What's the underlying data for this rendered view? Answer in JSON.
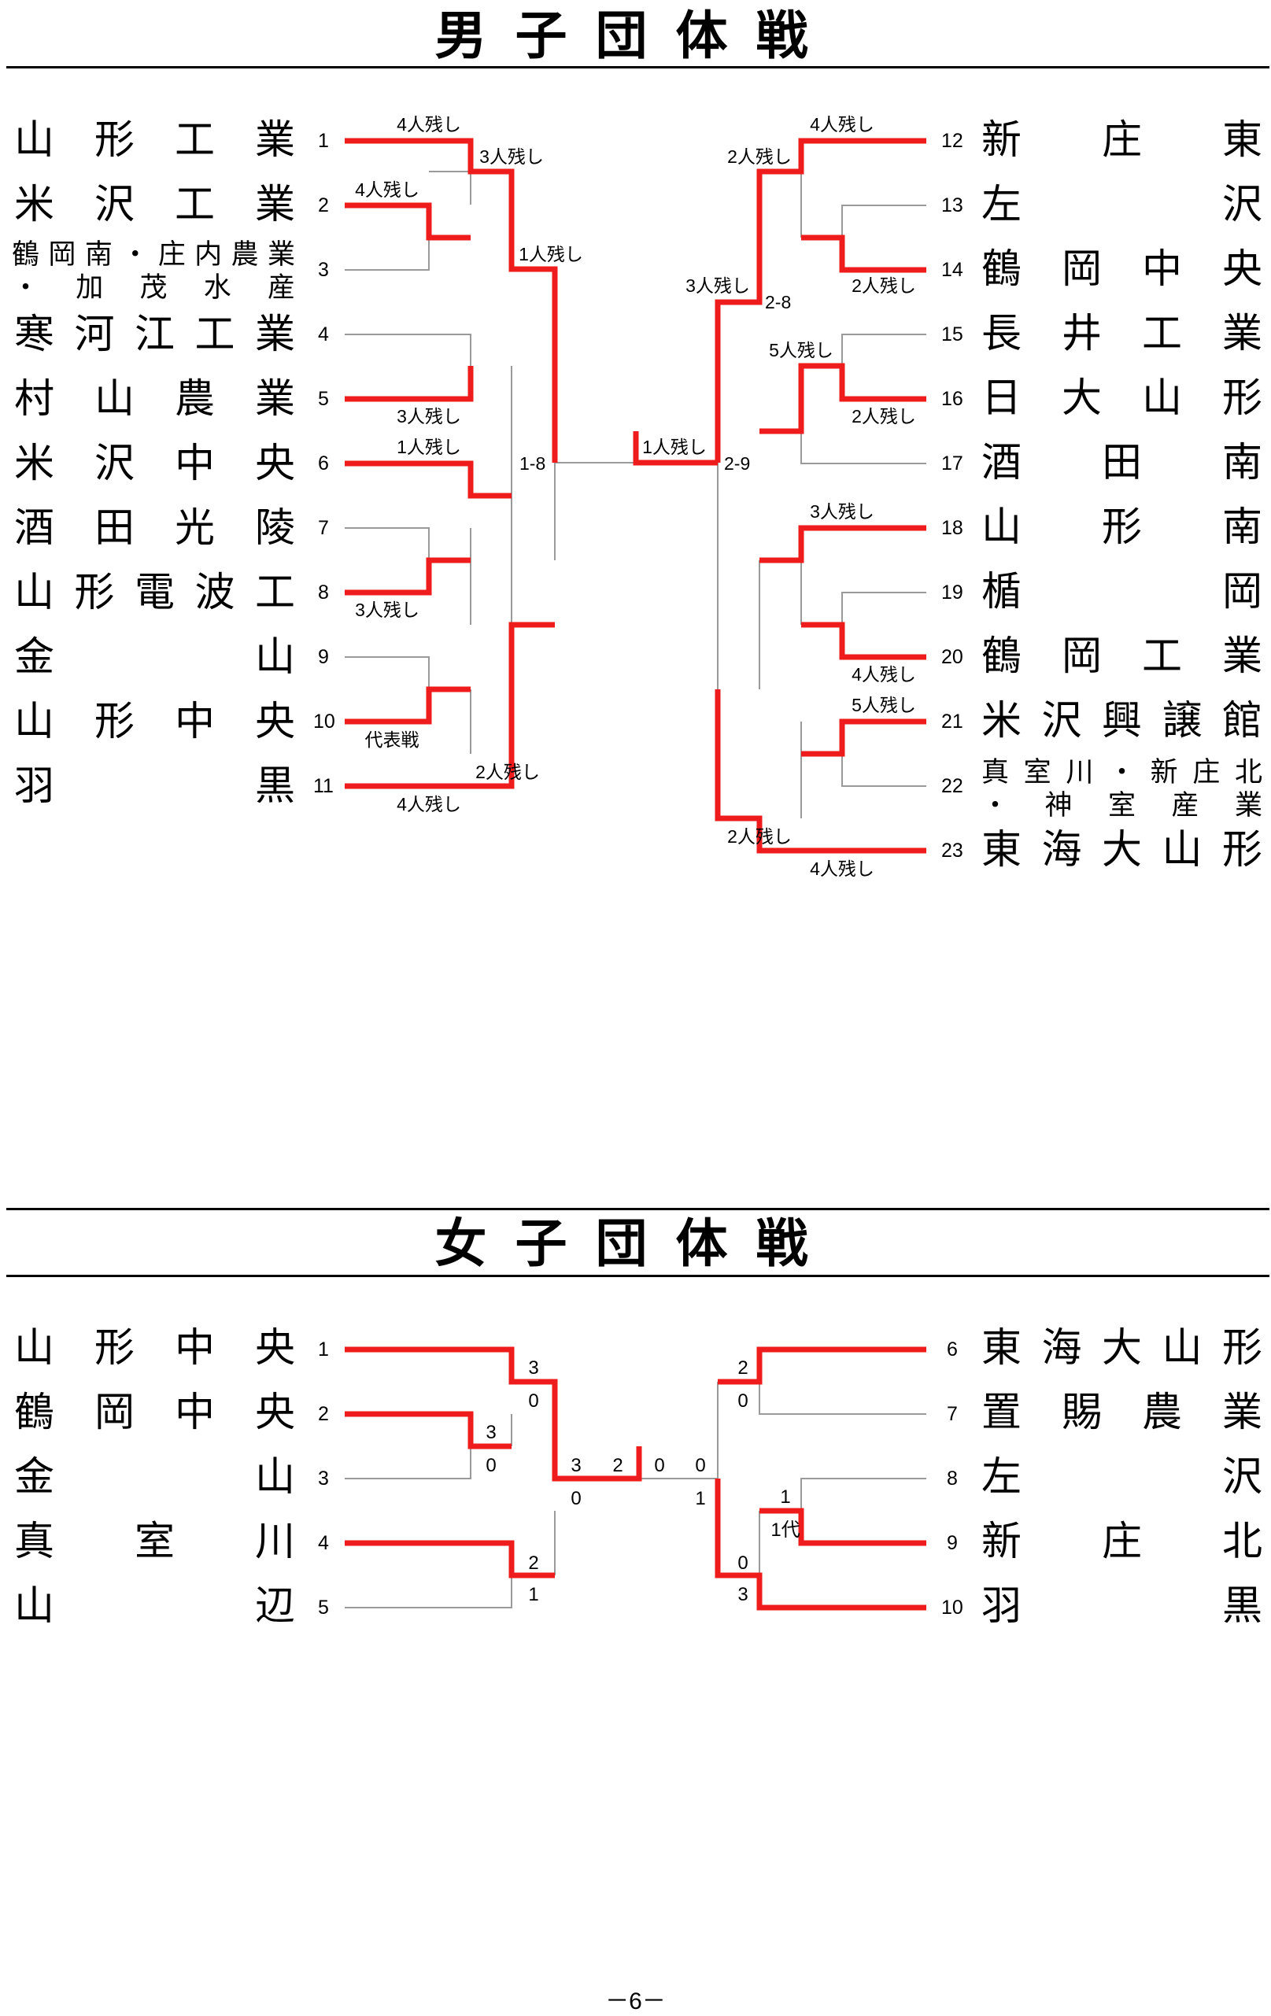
{
  "male": {
    "title": "男子団体戦",
    "left": [
      {
        "num": "1",
        "name": "山形工業"
      },
      {
        "num": "2",
        "name": "米沢工業"
      },
      {
        "num": "3",
        "name_l1": "鶴岡南・庄内農業",
        "name_l2": "・加茂水産"
      },
      {
        "num": "4",
        "name": "寒河江工業"
      },
      {
        "num": "5",
        "name": "村山農業"
      },
      {
        "num": "6",
        "name": "米沢中央"
      },
      {
        "num": "7",
        "name": "酒田光陵"
      },
      {
        "num": "8",
        "name": "山形電波工"
      },
      {
        "num": "9",
        "name": "金山"
      },
      {
        "num": "10",
        "name": "山形中央"
      },
      {
        "num": "11",
        "name": "羽黒"
      }
    ],
    "right": [
      {
        "num": "12",
        "name": "新庄東"
      },
      {
        "num": "13",
        "name": "左沢"
      },
      {
        "num": "14",
        "name": "鶴岡中央"
      },
      {
        "num": "15",
        "name": "長井工業"
      },
      {
        "num": "16",
        "name": "日大山形"
      },
      {
        "num": "17",
        "name": "酒田南"
      },
      {
        "num": "18",
        "name": "山形南"
      },
      {
        "num": "19",
        "name": "楯岡"
      },
      {
        "num": "20",
        "name": "鶴岡工業"
      },
      {
        "num": "21",
        "name": "米沢興譲館"
      },
      {
        "num": "22",
        "name_l1": "真室川・新庄北",
        "name_l2": "・神室産業"
      },
      {
        "num": "23",
        "name": "東海大山形"
      }
    ],
    "results": {
      "r1_1": "4人残し",
      "r1_2": "4人残し",
      "r1_5": "3人残し",
      "r1_6": "1人残し",
      "r1_8": "3人残し",
      "r1_10": "代表戦",
      "r1_11": "4人残し",
      "r2_1": "3人残し",
      "r2_11": "2人残し",
      "r3_1": "1人残し",
      "semi_l": "1-8",
      "final": "1人残し",
      "semi_r": "2-9",
      "r1_12": "4人残し",
      "r1_14": "2人残し",
      "r1_16": "2人残し",
      "r1_16b": "5人残し",
      "r1_18": "3人残し",
      "r1_20": "4人残し",
      "r1_21": "5人残し",
      "r1_23": "4人残し",
      "r2_12": "2人残し",
      "r3_12": "3人残し",
      "r3_12s": "2-8",
      "r2_23": "2人残し"
    }
  },
  "female": {
    "title": "女子団体戦",
    "left": [
      {
        "num": "1",
        "name": "山形中央"
      },
      {
        "num": "2",
        "name": "鶴岡中央"
      },
      {
        "num": "3",
        "name": "金山"
      },
      {
        "num": "4",
        "name": "真室川"
      },
      {
        "num": "5",
        "name": "山辺"
      }
    ],
    "right": [
      {
        "num": "6",
        "name": "東海大山形"
      },
      {
        "num": "7",
        "name": "置賜農業"
      },
      {
        "num": "8",
        "name": "左沢"
      },
      {
        "num": "9",
        "name": "新庄北"
      },
      {
        "num": "10",
        "name": "羽黒"
      }
    ],
    "scores": {
      "m23_w": "3",
      "m23_l": "0",
      "m123_w": "3",
      "m123_l": "0",
      "m45_w": "2",
      "m45_l": "1",
      "sf_l_a": "3",
      "sf_l_b": "0",
      "f_l": "2",
      "f_r": "0",
      "sf_r_a": "0",
      "sf_r_b": "1",
      "m67_w": "2",
      "m67_l": "0",
      "m89_w": "1",
      "m89_l": "1代",
      "m8910_w": "0",
      "m8910_l": "3"
    }
  },
  "page_number": "－6－",
  "colors": {
    "win": "#ee1c1c",
    "line": "#9a9a9a",
    "text": "#000000"
  }
}
